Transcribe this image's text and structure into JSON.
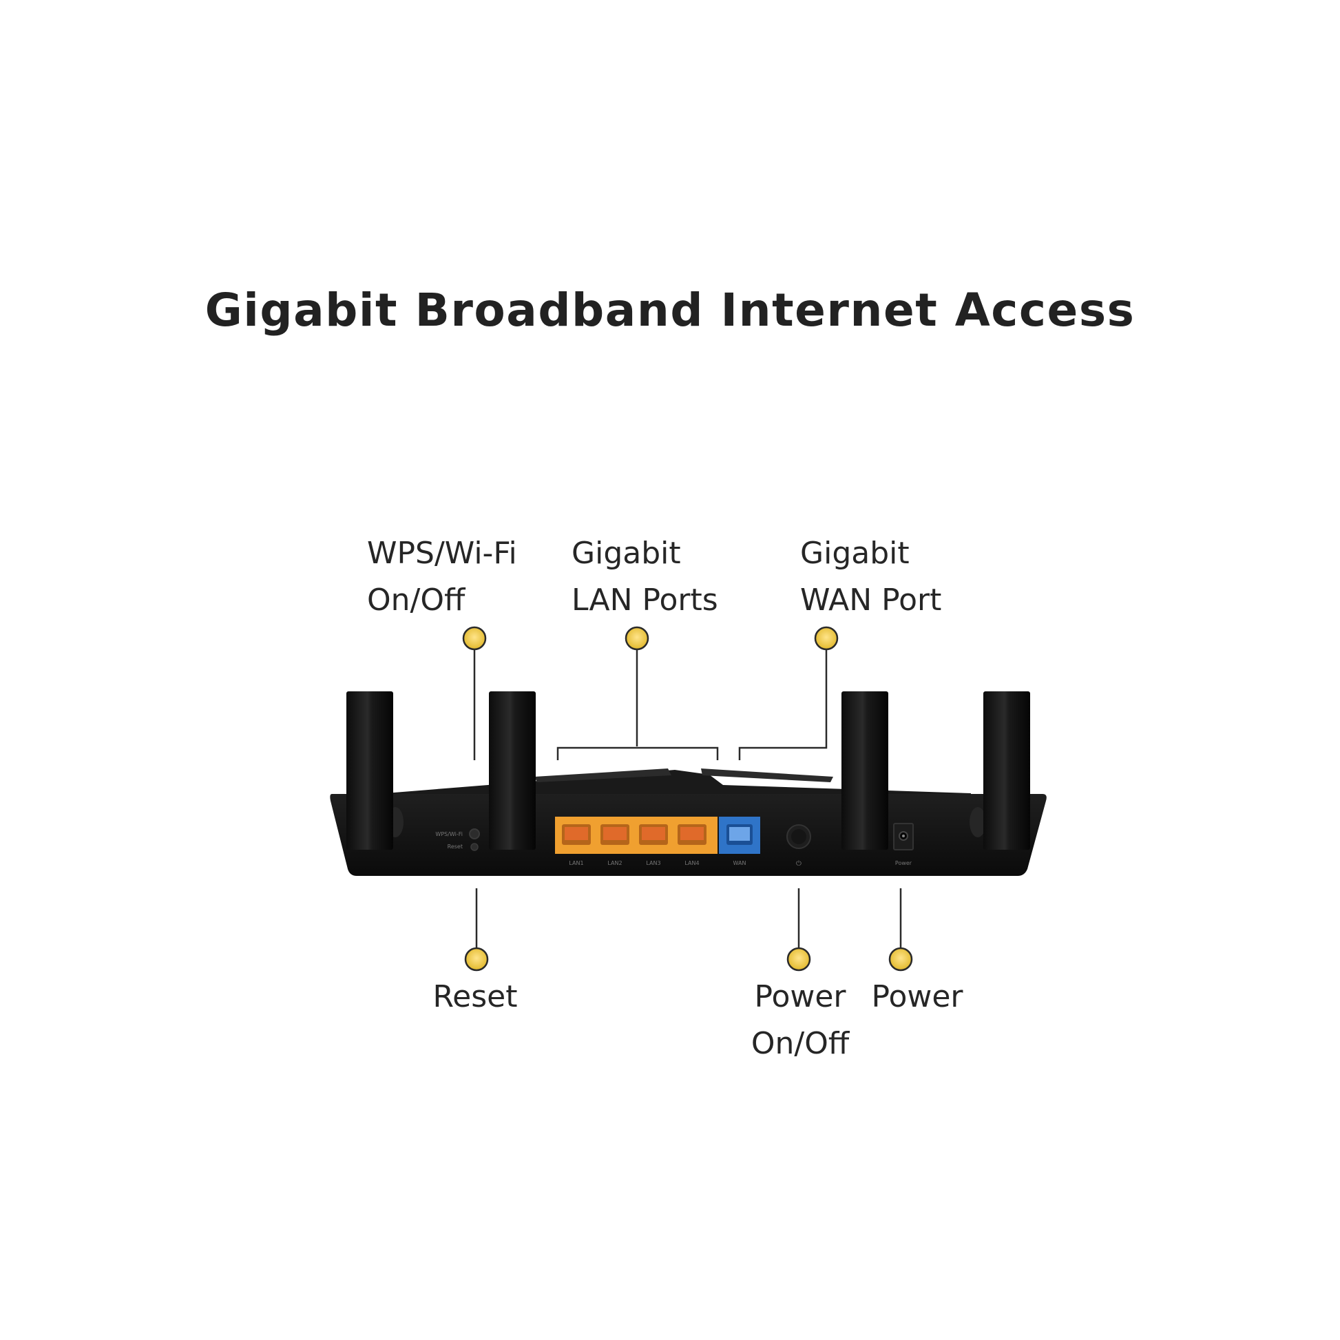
{
  "title": "Gigabit Broadband Internet Access",
  "callouts": {
    "wps": {
      "line1": "WPS/Wi-Fi",
      "line2": "On/Off"
    },
    "lan": {
      "line1": "Gigabit",
      "line2": "LAN Ports"
    },
    "wan": {
      "line1": "Gigabit",
      "line2": "WAN Port"
    },
    "reset": {
      "line1": "Reset"
    },
    "power_switch": {
      "line1": "Power",
      "line2": "On/Off"
    },
    "power": {
      "line1": "Power"
    }
  },
  "device_labels": {
    "wps": "WPS/Wi-Fi",
    "reset": "Reset",
    "lan_ports": [
      "LAN1",
      "LAN2",
      "LAN3",
      "LAN4"
    ],
    "wan": "WAN",
    "power_symbol": "⏻",
    "power": "Power"
  },
  "colors": {
    "lan_port": "#f0a030",
    "wan_port": "#2f74c8",
    "marker": "#f2cd4a",
    "router_body": "#121212"
  }
}
